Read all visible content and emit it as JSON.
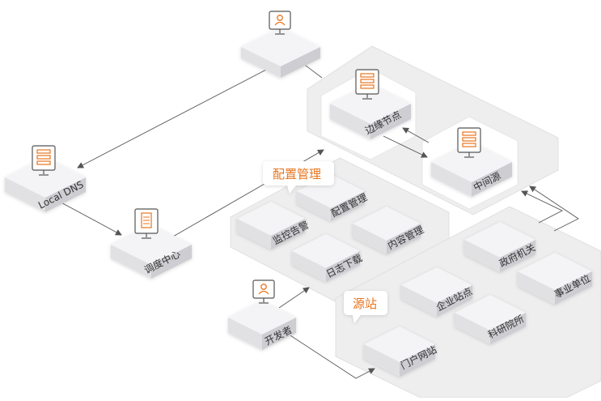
{
  "colors": {
    "accent": "#e8741e",
    "box_top": "#f4f4f6",
    "box_left": "#e1e1e4",
    "box_right": "#cdcdd2",
    "zone_fill": "#eeeeee",
    "line": "#555555"
  },
  "icons": {
    "user": "user-monitor-icon",
    "dns": "server-monitor-icon",
    "scheduler": "server-doc-icon",
    "edge": "server-monitor-icon",
    "mid": "server-monitor-icon",
    "developer": "user-monitor-icon"
  },
  "nodes": {
    "local_dns": "Local DNS",
    "scheduler": "调度中心",
    "edge_node": "边缘节点",
    "mid_source": "中间源",
    "developer": "开发者"
  },
  "config_zone": {
    "title": "配置管理",
    "items": [
      "监控告警",
      "配置管理",
      "日志下载",
      "内容管理"
    ]
  },
  "origin_zone": {
    "title": "源站",
    "items": [
      "企业站点",
      "政府机关",
      "事业单位",
      "门户网站",
      "科研院所"
    ]
  }
}
